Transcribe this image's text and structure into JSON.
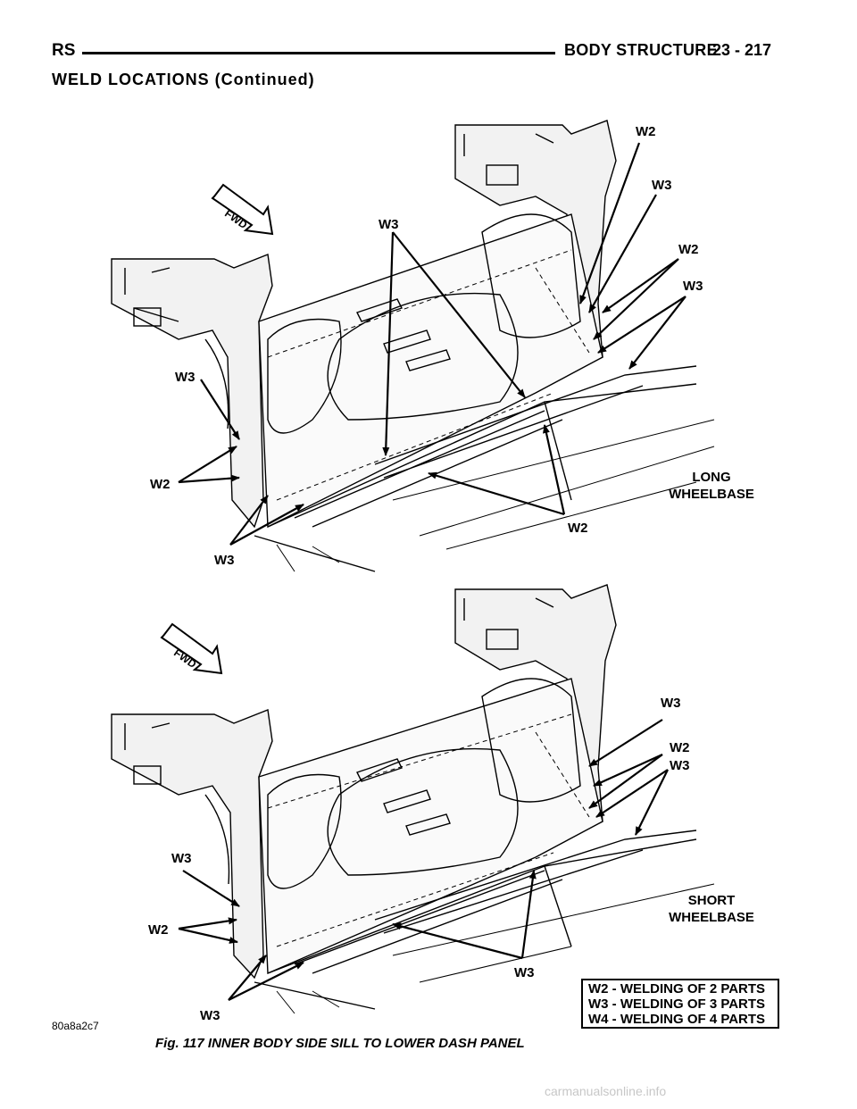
{
  "header": {
    "section": "RS",
    "title": "BODY STRUCTURE",
    "page": "23 - 217"
  },
  "section_title": "WELD LOCATIONS (Continued)",
  "figure": {
    "caption": "Fig. 117 INNER BODY SIDE SILL TO LOWER DASH PANEL",
    "image_id": "80a8a2c7",
    "top": {
      "fwd": "FWD",
      "label_line1": "LONG",
      "label_line2": "WHEELBASE",
      "callouts": [
        "W2",
        "W3",
        "W2",
        "W3",
        "W3",
        "W3",
        "W2",
        "W3",
        "W2"
      ]
    },
    "bottom": {
      "fwd": "FWD",
      "label_line1": "SHORT",
      "label_line2": "WHEELBASE",
      "callouts": [
        "W3",
        "W2",
        "W3",
        "W3",
        "W2",
        "W3",
        "W3"
      ]
    }
  },
  "legend": [
    "W2 - WELDING OF 2 PARTS",
    "W3 - WELDING OF 3 PARTS",
    "W4 - WELDING OF 4 PARTS"
  ],
  "footer": "carmanualsonline.info"
}
